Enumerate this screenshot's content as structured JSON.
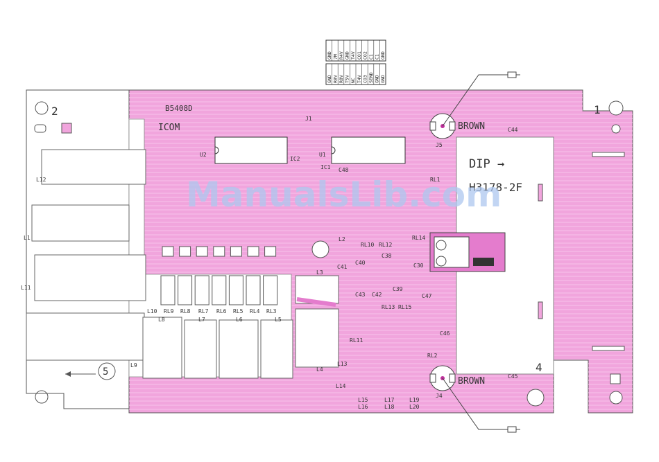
{
  "board": {
    "part_number": "B5408D",
    "maker": "ICOM",
    "dip_text": "DIP →",
    "board_code": "H3178-2F",
    "connector_j5_cable": "BROWN",
    "connector_j4_cable": "BROWN",
    "corner_marks": [
      "1",
      "2",
      "4",
      "5"
    ]
  },
  "pin_table": {
    "top_row": [
      "GND",
      "7M",
      "R4V",
      "GND",
      "T4V",
      "CO1",
      "CO2",
      "C1",
      "C1",
      "GND"
    ],
    "bottom_row": [
      "GND",
      "R8V",
      "R8V",
      "T5V",
      "NC",
      "T4V",
      "CO3",
      "SEND",
      "GND",
      "GND"
    ]
  },
  "labels": {
    "ics": [
      "IC2",
      "IC1"
    ],
    "regs": [
      "U2",
      "U1"
    ],
    "relays": [
      "RL9",
      "RL8",
      "RL7",
      "RL6",
      "RL5",
      "RL4",
      "RL3",
      "RL1",
      "RL2",
      "RL10",
      "RL11",
      "RL12",
      "RL13",
      "RL14",
      "RL15"
    ],
    "coils": [
      "L1",
      "L2",
      "L3",
      "L4",
      "L5",
      "L6",
      "L7",
      "L8",
      "L9",
      "L10",
      "L11",
      "L12",
      "L13",
      "L14",
      "L15",
      "L16",
      "L17",
      "L18",
      "L19",
      "L20"
    ],
    "caps": [
      "C30",
      "C38",
      "C39",
      "C40",
      "C41",
      "C42",
      "C43",
      "C44",
      "C45",
      "C46",
      "C47",
      "C48"
    ],
    "jacks": [
      "J1",
      "J4",
      "J5"
    ]
  },
  "watermark": "ManualsLib.com"
}
